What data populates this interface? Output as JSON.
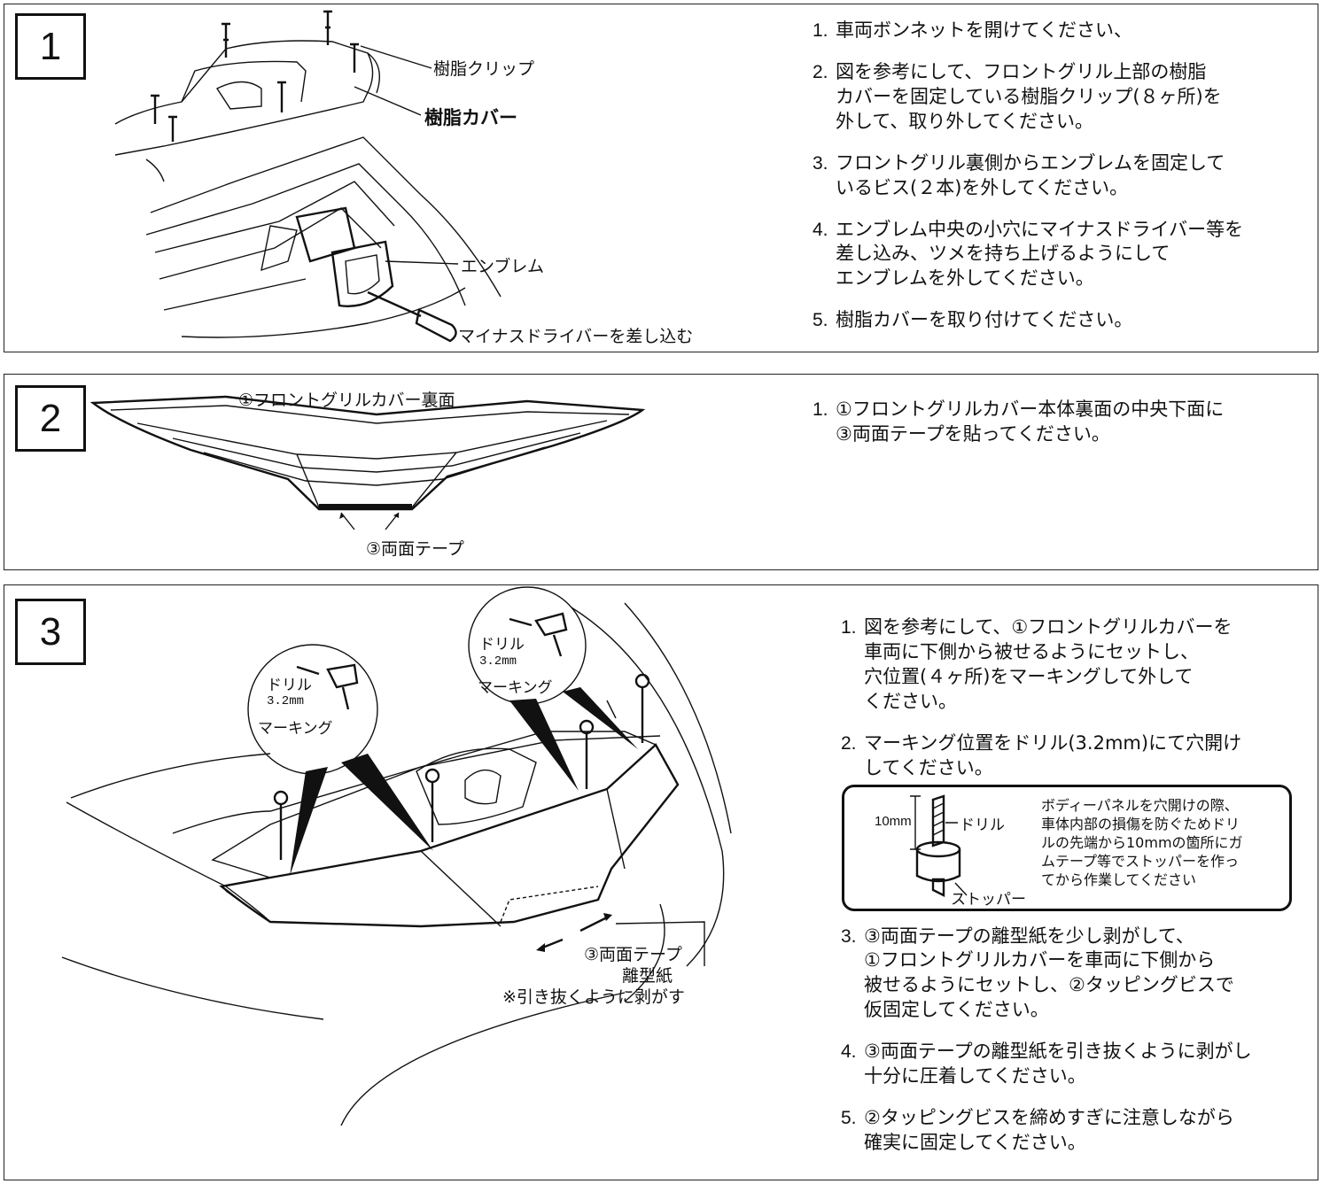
{
  "panel1": {
    "number": "1",
    "labels": {
      "clip": "樹脂クリップ",
      "cover": "樹脂カバー",
      "emblem": "エンブレム",
      "driver": "マイナスドライバーを差し込む"
    },
    "steps": [
      {
        "n": "1.",
        "text": "車両ボンネットを開けてください、"
      },
      {
        "n": "2.",
        "text": "図を参考にして、フロントグリル上部の樹脂\nカバーを固定している樹脂クリップ(８ヶ所)を\n外して、取り外してください。"
      },
      {
        "n": "3.",
        "text": "フロントグリル裏側からエンブレムを固定して\nいるビス(２本)を外してください。"
      },
      {
        "n": "4.",
        "text": "エンブレム中央の小穴にマイナスドライバー等を\n差し込み、ツメを持ち上げるようにして\nエンブレムを外してください。"
      },
      {
        "n": "5.",
        "text": "樹脂カバーを取り付けてください。"
      }
    ]
  },
  "panel2": {
    "number": "2",
    "labels": {
      "back": "①フロントグリルカバー裏面",
      "tape": "③両面テープ"
    },
    "steps": [
      {
        "n": "1.",
        "text": "①フロントグリルカバー本体裏面の中央下面に\n③両面テープを貼ってください。"
      }
    ]
  },
  "panel3": {
    "number": "3",
    "labels": {
      "drill": "ドリル",
      "size": "3.2mm",
      "marking": "マーキング",
      "tape": "③両面テープ",
      "liner": "離型紙",
      "pull": "※引き抜くように剥がす"
    },
    "steps": [
      {
        "n": "1.",
        "text": "図を参考にして、①フロントグリルカバーを\n車両に下側から被せるようにセットし、\n穴位置(４ヶ所)をマーキングして外して\nください。"
      },
      {
        "n": "2.",
        "text": "マーキング位置をドリル(3.2mm)にて穴開け\nしてください。"
      },
      {
        "n": "3.",
        "text": "③両面テープの離型紙を少し剥がして、\n①フロントグリルカバーを車両に下側から\n被せるようにセットし、②タッピングビスで\n仮固定してください。"
      },
      {
        "n": "4.",
        "text": "③両面テープの離型紙を引き抜くように剥がし\n十分に圧着してください。"
      },
      {
        "n": "5.",
        "text": "②タッピングビスを締めすぎに注意しながら\n確実に固定してください。"
      }
    ],
    "note": {
      "dim": "10mm",
      "drill": "ドリル",
      "stopper": "ストッパー",
      "text": "ボディーパネルを穴開けの際、\n車体内部の損傷を防ぐためドリ\nルの先端から10mmの箇所にガ\nムテープ等でストッパーを作っ\nてから作業してください"
    }
  }
}
